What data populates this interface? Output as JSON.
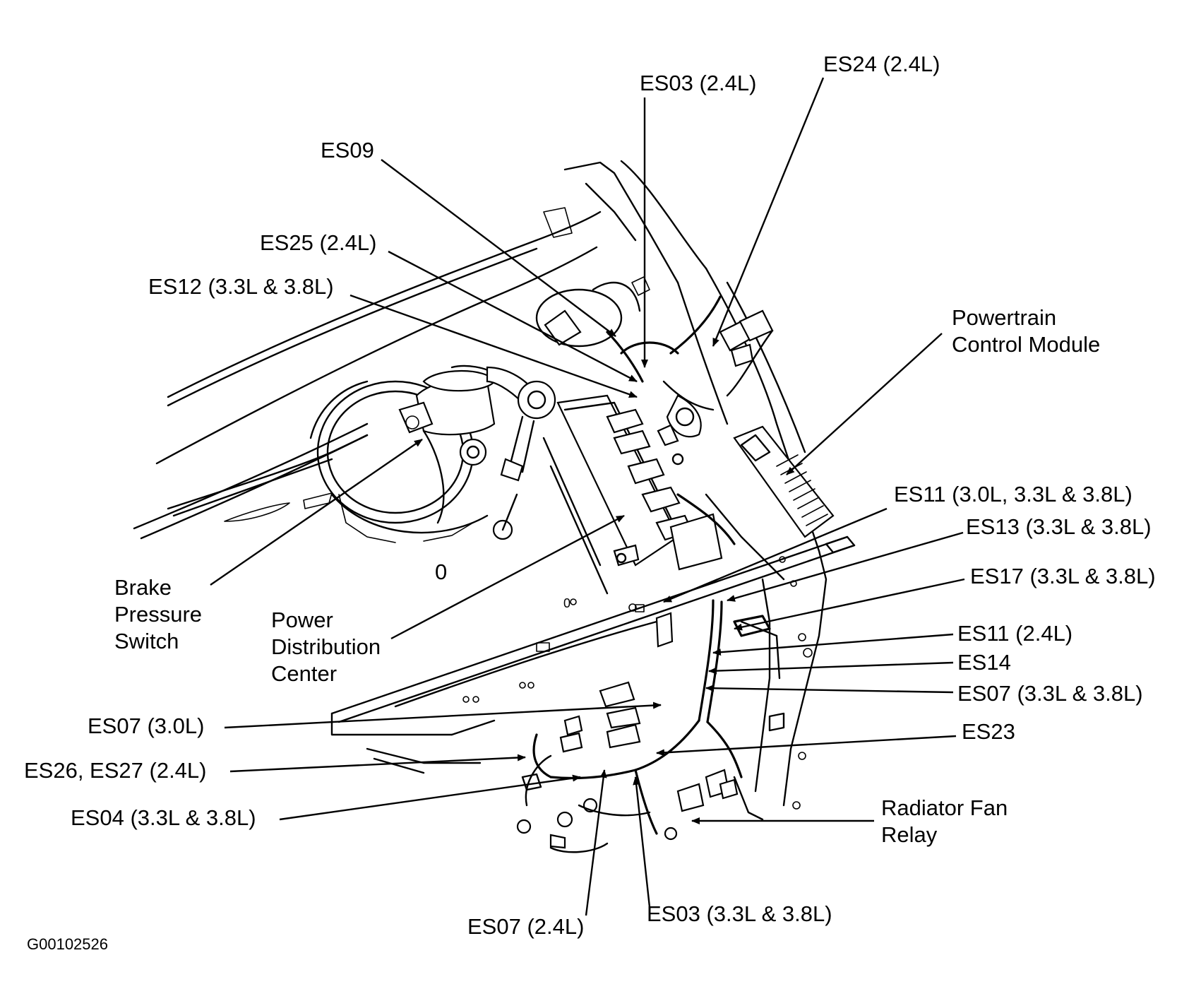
{
  "figure_id": "G00102526",
  "colors": {
    "ink": "#000000",
    "paper": "#ffffff"
  },
  "labels": {
    "es03_24": "ES03 (2.4L)",
    "es24_24": "ES24 (2.4L)",
    "es09": "ES09",
    "es25_24": "ES25 (2.4L)",
    "es12": "ES12 (3.3L & 3.8L)",
    "pcm_line1": "Powertrain",
    "pcm_line2": "Control Module",
    "es11_multi": "ES11 (3.0L, 3.3L & 3.8L)",
    "es13": "ES13 (3.3L & 3.8L)",
    "es17": "ES17 (3.3L & 3.8L)",
    "es11_24": "ES11 (2.4L)",
    "es14": "ES14",
    "es07_33": "ES07 (3.3L & 3.8L)",
    "es23": "ES23",
    "rfr_line1": "Radiator Fan",
    "rfr_line2": "Relay",
    "es03_33": "ES03 (3.3L & 3.8L)",
    "es07_24": "ES07 (2.4L)",
    "es04": "ES04 (3.3L & 3.8L)",
    "es26_27": "ES26, ES27 (2.4L)",
    "es07_30": "ES07 (3.0L)",
    "bps_line1": "Brake",
    "bps_line2": "Pressure",
    "bps_line3": "Switch",
    "pdc_line1": "Power",
    "pdc_line2": "Distribution",
    "pdc_line3": "Center"
  }
}
